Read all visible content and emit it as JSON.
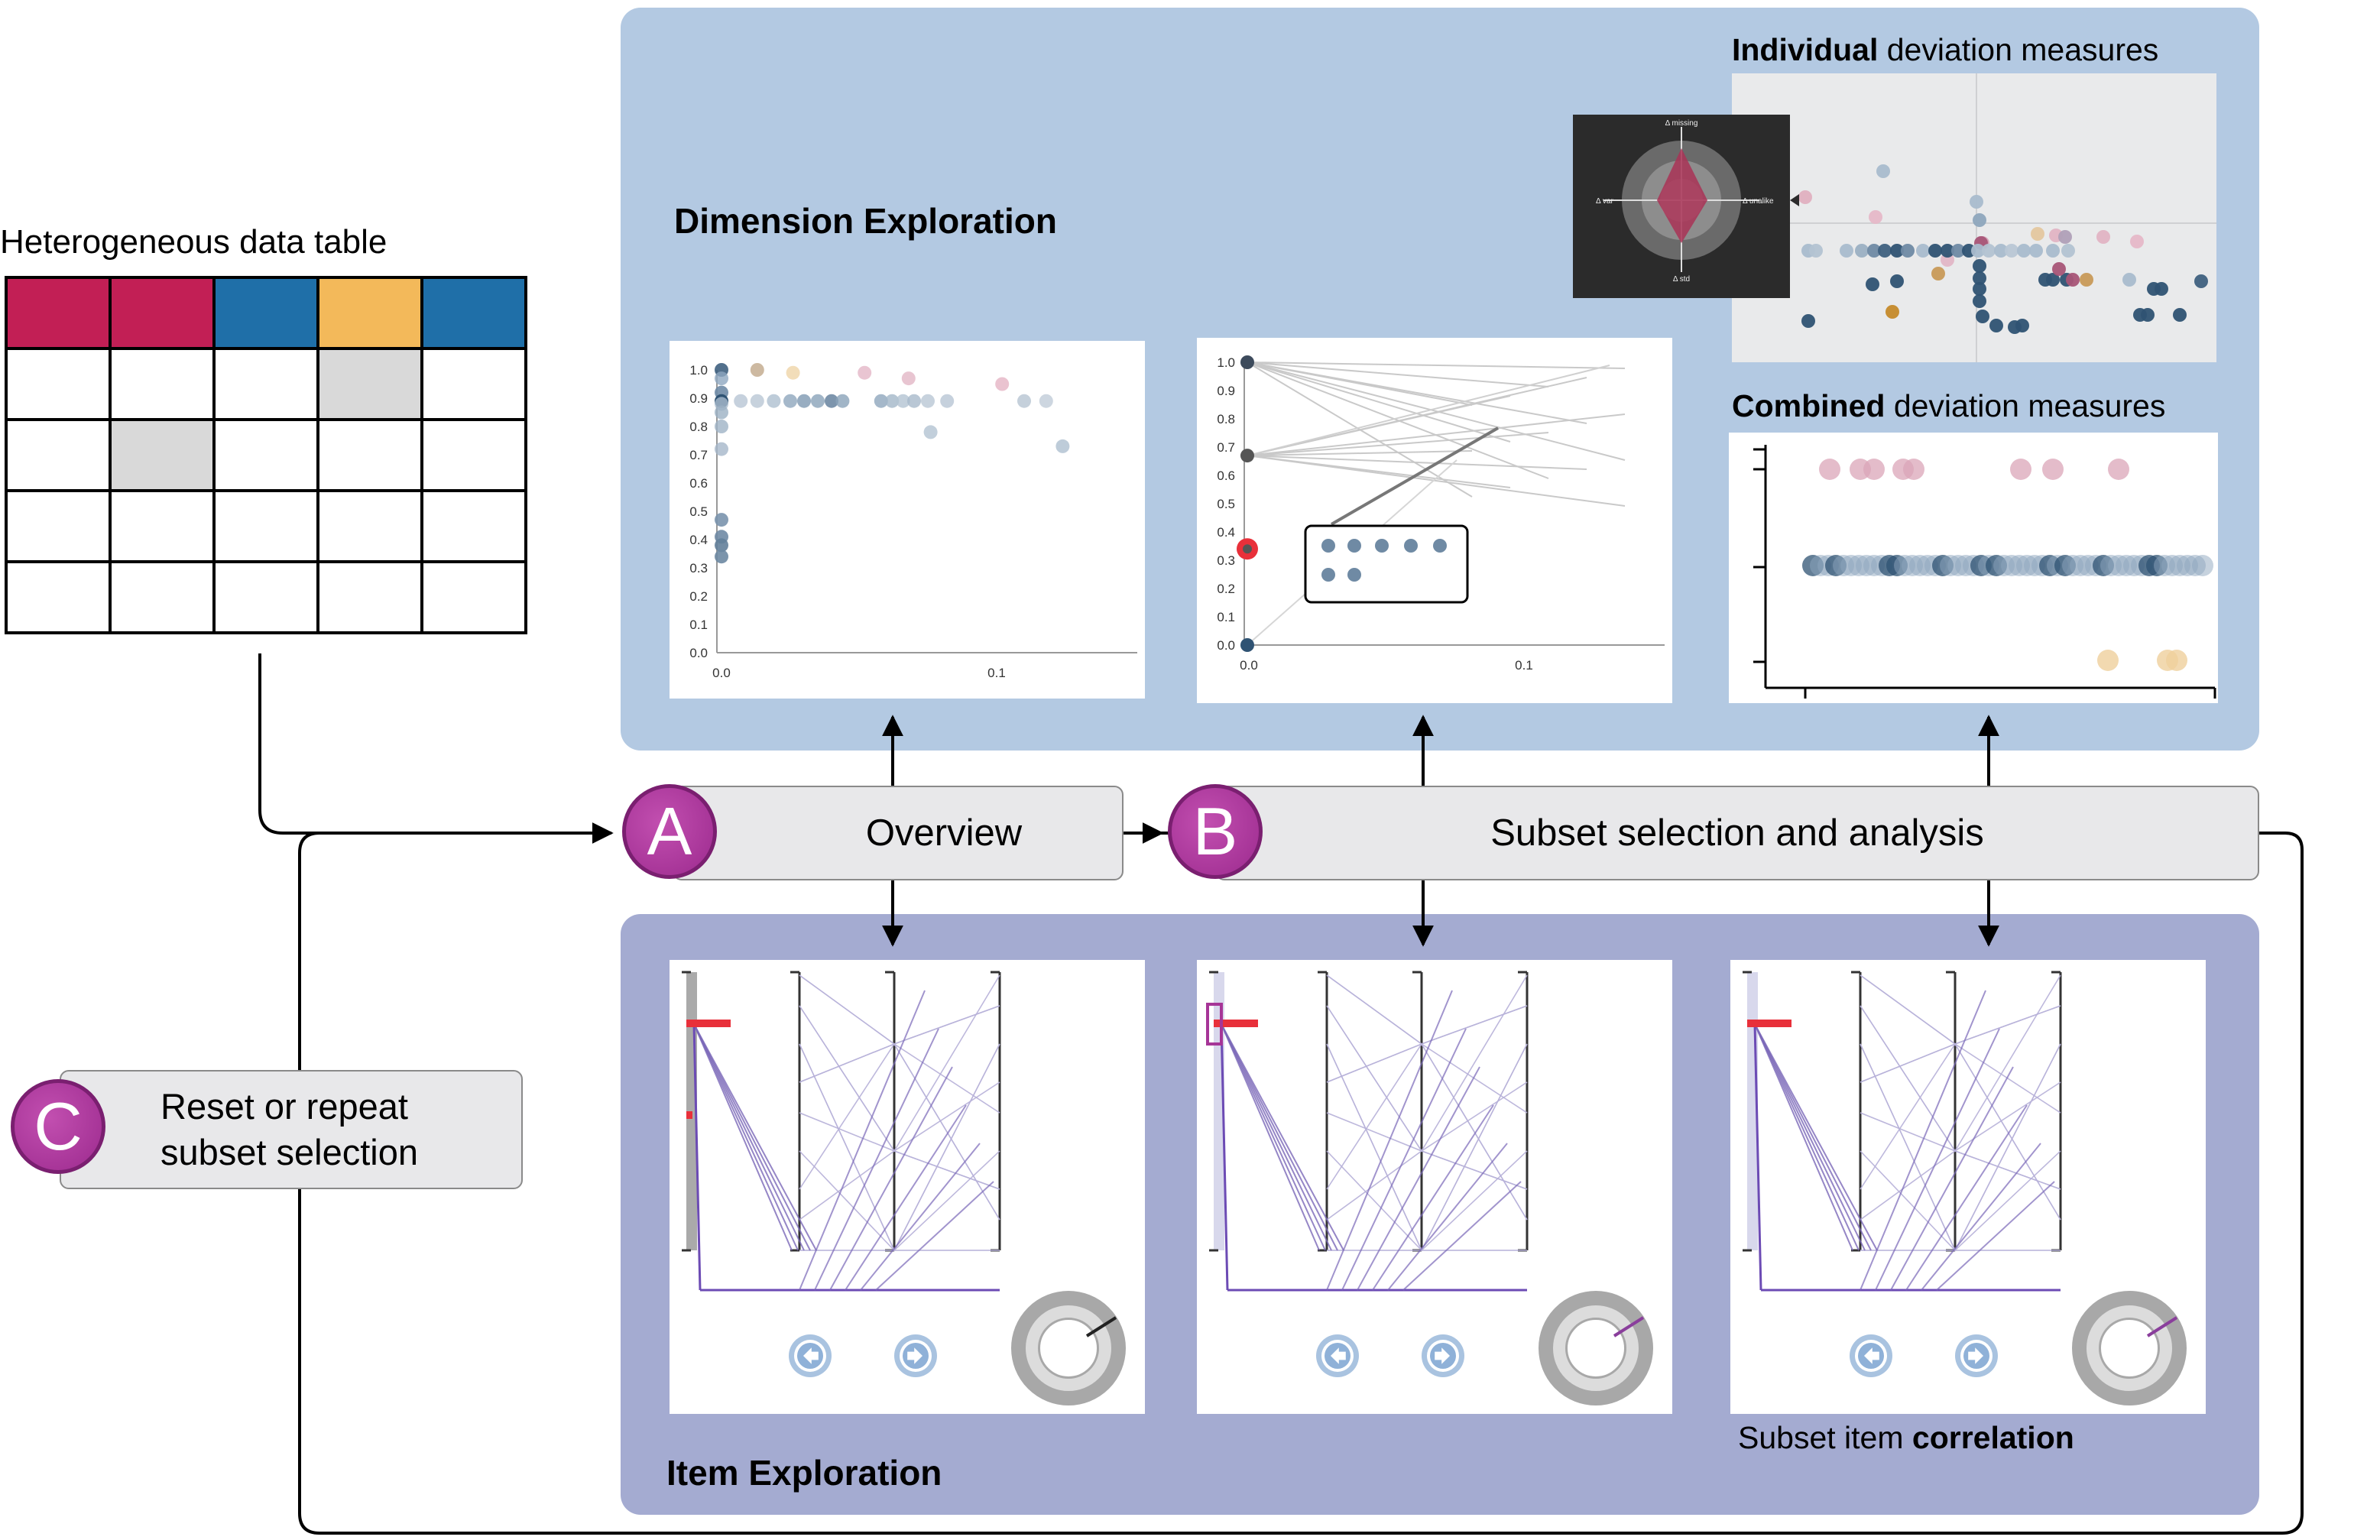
{
  "data_table": {
    "title": "Heterogeneous data table",
    "header_colors": [
      "#c21f55",
      "#c21f55",
      "#1f6fa8",
      "#f3b95a",
      "#1f6fa8"
    ],
    "missing_cells": [
      [
        1,
        3
      ],
      [
        2,
        1
      ]
    ]
  },
  "dimension_exploration": {
    "title": "Dimension Exploration"
  },
  "item_exploration": {
    "title": "Item Exploration"
  },
  "individual_deviation": {
    "title_bold": "Individual",
    "title_rest": " deviation measures"
  },
  "combined_deviation": {
    "title_bold": "Combined",
    "title_rest": " deviation measures"
  },
  "radar": {
    "labels": {
      "top": "Δ missing",
      "left": "Δ var",
      "right": "Δ unalike",
      "bottom": "Δ std"
    }
  },
  "steps": [
    {
      "letter": "A",
      "label": "Overview"
    },
    {
      "letter": "B",
      "label": "Subset selection and analysis"
    },
    {
      "letter": "C",
      "line1": "Reset or repeat",
      "line2": "subset selection"
    }
  ],
  "subset_caption": {
    "rest": "Subset item ",
    "bold": "correlation"
  },
  "scatter1": {
    "yticks": [
      "1.0",
      "0.9",
      "0.8",
      "0.7",
      "0.6",
      "0.5",
      "0.4",
      "0.3",
      "0.2",
      "0.1",
      "0.0"
    ],
    "xticks": [
      "0.0",
      "0.1"
    ]
  },
  "scatter2": {
    "yticks": [
      "1.0",
      "0.9",
      "0.8",
      "0.7",
      "0.6",
      "0.5",
      "0.4",
      "0.3",
      "0.2",
      "0.1",
      "0.0"
    ],
    "xticks": [
      "0.0",
      "0.1"
    ]
  },
  "colors": {
    "accent_red": "#e8303a",
    "purple_line": "#6c4bb4",
    "badge": "#a63597"
  }
}
